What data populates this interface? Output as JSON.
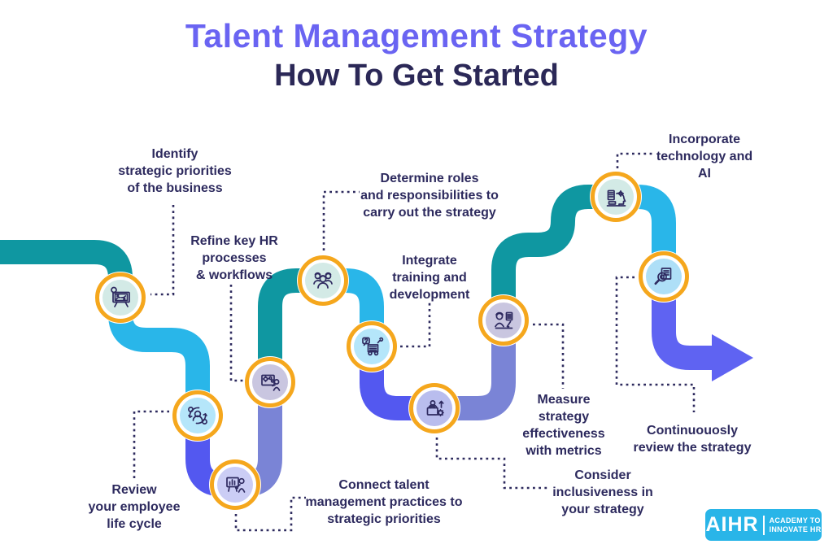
{
  "title": {
    "line1": "Talent Management Strategy",
    "line2": "How To Get Started"
  },
  "steps": [
    {
      "label": "Identify\nstrategic priorities\nof the business",
      "icon": "strategy-roadmap-icon",
      "circle": "#d3eae6"
    },
    {
      "label": "Review\nyour employee\nlife cycle",
      "icon": "employee-lifecycle-icon",
      "circle": "#b5e6fa"
    },
    {
      "label": "Connect talent\nmanagement practices to\nstrategic priorities",
      "icon": "presentation-chart-icon",
      "circle": "#cbcdf5"
    },
    {
      "label": "Refine key HR\nprocesses\n& workflows",
      "icon": "workflow-board-icon",
      "circle": "#c9c6e0"
    },
    {
      "label": "Determine roles\nand responsibilities to\ncarry out the strategy",
      "icon": "team-icon",
      "circle": "#d3eae6"
    },
    {
      "label": "Integrate\ntraining and\ndevelopment",
      "icon": "training-icon",
      "circle": "#b5e6fa"
    },
    {
      "label": "Consider\ninclusiveness in\nyour strategy",
      "icon": "inclusiveness-icon",
      "circle": "#b9bdee"
    },
    {
      "label": "Measure\nstrategy\neffectiveness\nwith metrics",
      "icon": "report-writing-icon",
      "circle": "#c9c6e0"
    },
    {
      "label": "Incorporate\ntechnology and\nAI",
      "icon": "technology-ai-icon",
      "circle": "#d3eae6"
    },
    {
      "label": "Continuouosly\nreview the strategy",
      "icon": "document-search-icon",
      "circle": "#aedff7"
    }
  ],
  "colors": {
    "teal": "#0f97a1",
    "cyan": "#29b6e9",
    "periwinkle": "#5358f0",
    "muted_periwinkle": "#7a84d6",
    "arrow": "#5f63f2",
    "ring": "#f5a71d",
    "text_navy": "#2d2a5e",
    "title_purple": "#6a64f2",
    "leader_blue": "#2e9bd6",
    "logo_blue": "#29b5e8"
  },
  "logo": {
    "brand": "AIHR",
    "tagline_line1": "ACADEMY TO",
    "tagline_line2": "INNOVATE HR"
  }
}
